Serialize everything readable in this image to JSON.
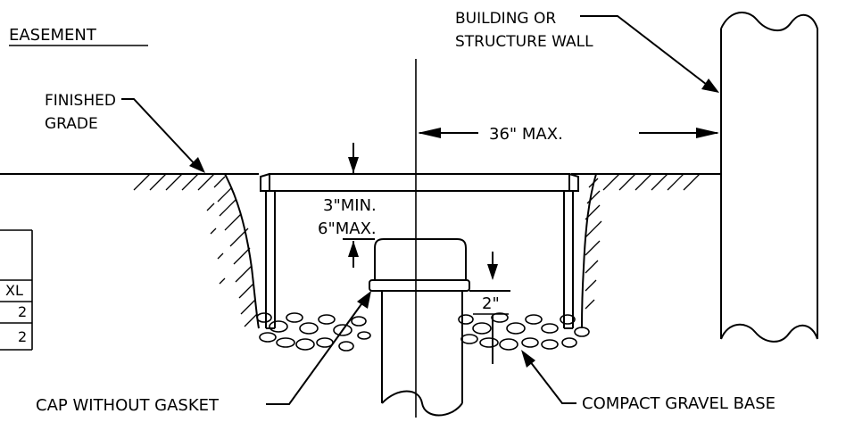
{
  "labels": {
    "easement": "EASEMENT",
    "building_line1": "BUILDING OR",
    "building_line2": "STRUCTURE WALL",
    "finished_line1": "FINISHED",
    "finished_line2": "GRADE",
    "dim_36": "36\" MAX.",
    "dim_3min": "3\"MIN.",
    "dim_6max": "6\"MAX.",
    "dim_2": "2\"",
    "cap": "CAP WITHOUT GASKET",
    "gravel": "COMPACT GRAVEL BASE"
  },
  "table": {
    "rows": [
      "XL",
      "2",
      "2"
    ]
  }
}
